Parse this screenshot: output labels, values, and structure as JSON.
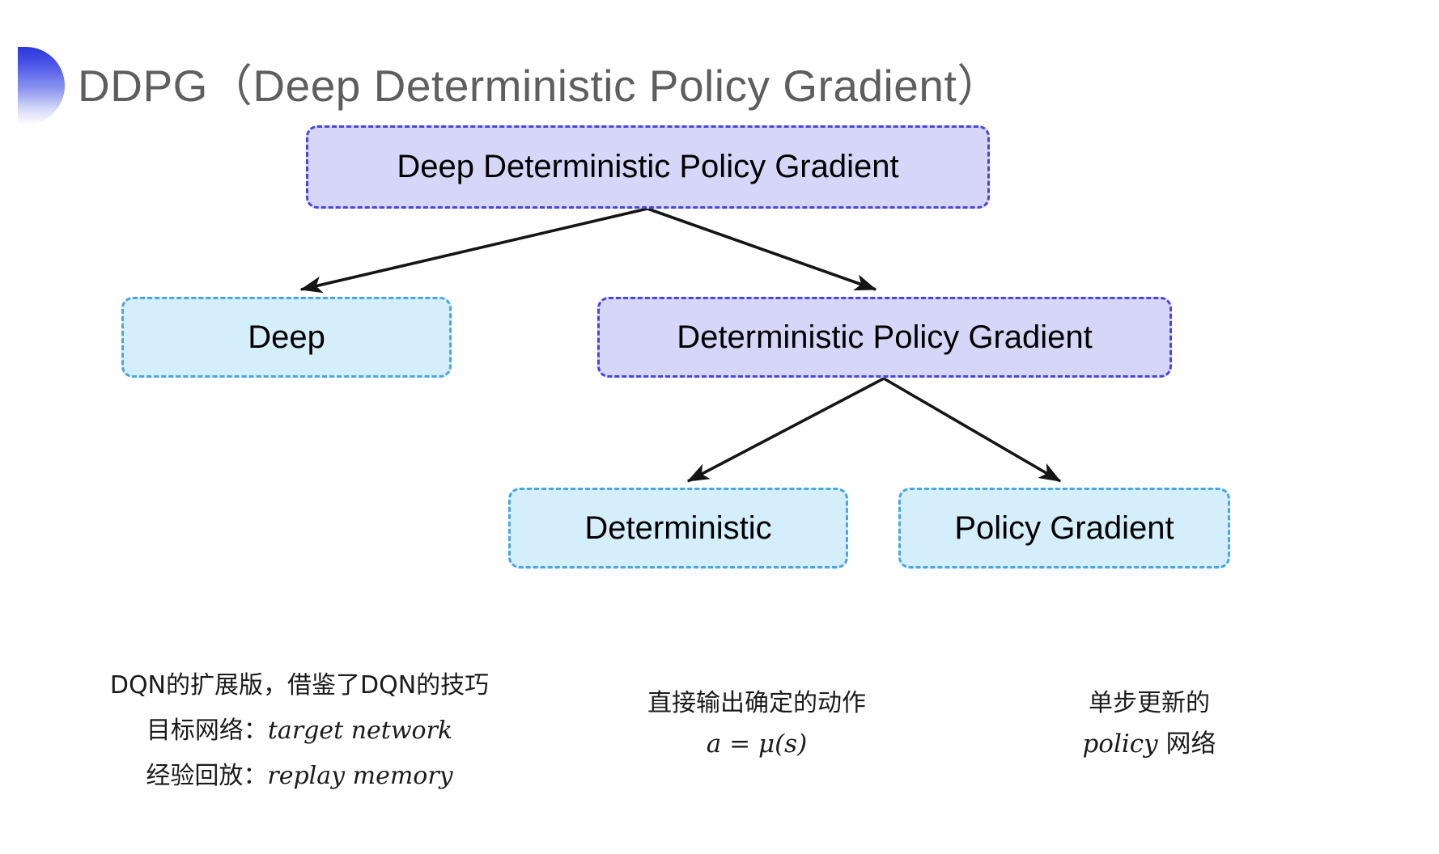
{
  "slide": {
    "title": "DDPG（Deep Deterministic Policy Gradient）",
    "background_color": "#ffffff",
    "bullet_gradient_from": "#2a35d8",
    "bullet_gradient_to": "#ffffff"
  },
  "colors": {
    "purple_fill": "#d6d6f9",
    "purple_border": "#4a45dd",
    "blue_fill": "#d4eefb",
    "blue_border": "#4aa6e0",
    "arrow": "#151515",
    "title_text": "#5e5e5e",
    "body_text": "#1b1b1b"
  },
  "nodes": {
    "root": {
      "label": "Deep Deterministic Policy Gradient",
      "style": "purple"
    },
    "deep": {
      "label": "Deep",
      "style": "blue"
    },
    "dpg": {
      "label": "Deterministic Policy Gradient",
      "style": "purple"
    },
    "deterministic": {
      "label": "Deterministic",
      "style": "blue"
    },
    "policy_gradient": {
      "label": "Policy Gradient",
      "style": "blue"
    }
  },
  "annotations": {
    "deep": {
      "line_1": "DQN的扩展版，借鉴了DQN的技巧",
      "line_2_label": "目标网络：",
      "line_2_term": "target network",
      "line_3_label": "经验回放：",
      "line_3_term": "replay memory"
    },
    "deterministic": {
      "line_1": "直接输出确定的动作",
      "formula": "a = μ(s)"
    },
    "policy_gradient": {
      "line_1": "单步更新的",
      "line_2_term": "policy",
      "line_2_suffix": " 网络"
    }
  },
  "edges": [
    {
      "from": "root",
      "to": "deep"
    },
    {
      "from": "root",
      "to": "dpg"
    },
    {
      "from": "dpg",
      "to": "deterministic"
    },
    {
      "from": "dpg",
      "to": "policy_gradient"
    }
  ]
}
